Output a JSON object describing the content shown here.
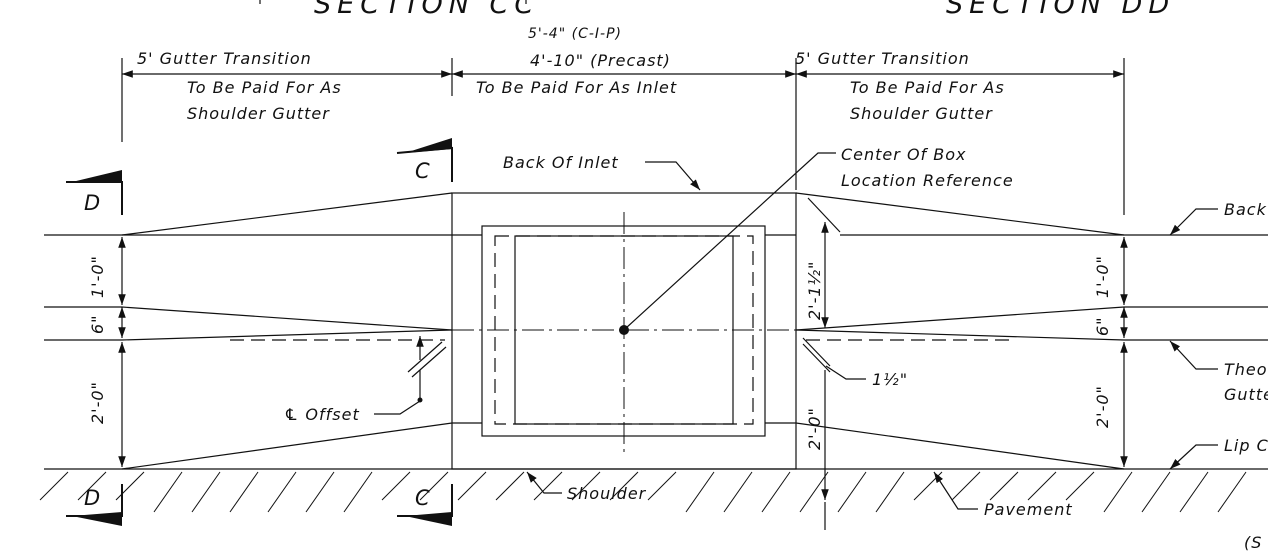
{
  "headings": {
    "section_cc": "SECTION  CC",
    "section_dd": "SECTION  DD"
  },
  "dimensions": {
    "top_cip": "5'-4\" (C-I-P)",
    "top_precast": "4'-10\" (Precast)",
    "left_transition": "5' Gutter Transition",
    "left_paid_line1": "To Be Paid For As",
    "left_paid_line2": "Shoulder Gutter",
    "inlet_paid": "To Be Paid For As Inlet",
    "right_transition": "5' Gutter Transition",
    "right_paid_line1": "To Be Paid For As",
    "right_paid_line2": "Shoulder Gutter",
    "left_1ft": "1'-0\"",
    "left_6in": "6\"",
    "left_2ft": "2'-0\"",
    "right_1ft": "1'-0\"",
    "right_6in": "6\"",
    "right_2ft": "2'-0\"",
    "mid_2ft_1_5in": "2'-1½\"",
    "mid_2ft": "2'-0\"",
    "mid_1_5in": "1½\""
  },
  "callouts": {
    "back_of_inlet": "Back Of Inlet",
    "center_box_line1": "Center Of Box",
    "center_box_line2": "Location Reference",
    "cl_offset": "℄ Offset",
    "shoulder": "Shoulder",
    "pavement": "Pavement",
    "back_right": "Back",
    "theo_line1": "Theo",
    "theo_line2": "Gutte",
    "lip_right": "Lip C",
    "footnote": "(S"
  },
  "section_marks": {
    "c_top": "C",
    "c_bottom": "C",
    "d_top": "D",
    "d_bottom": "D"
  }
}
